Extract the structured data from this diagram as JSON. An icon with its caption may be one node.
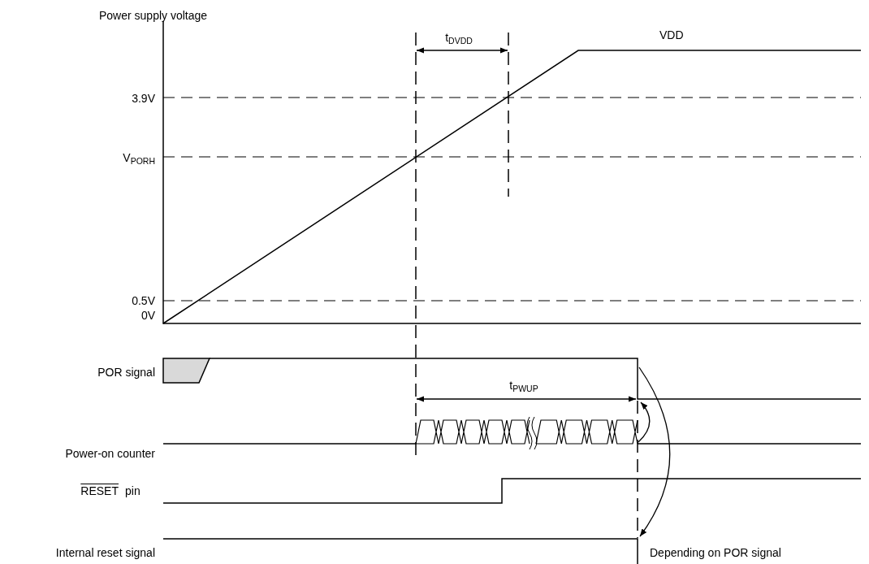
{
  "diagram": {
    "labels": [
      "Power supply voltage",
      "t$_{DVDD}$",
      "VDD",
      "3.9V",
      "V$_{PORH}$",
      "0.5V",
      "0V",
      "POR signal",
      "t$_{PWUP}$",
      "Power-on counter",
      "RESET",
      "pin",
      "Internal reset signal",
      "Depending on POR signal"
    ]
  }
}
